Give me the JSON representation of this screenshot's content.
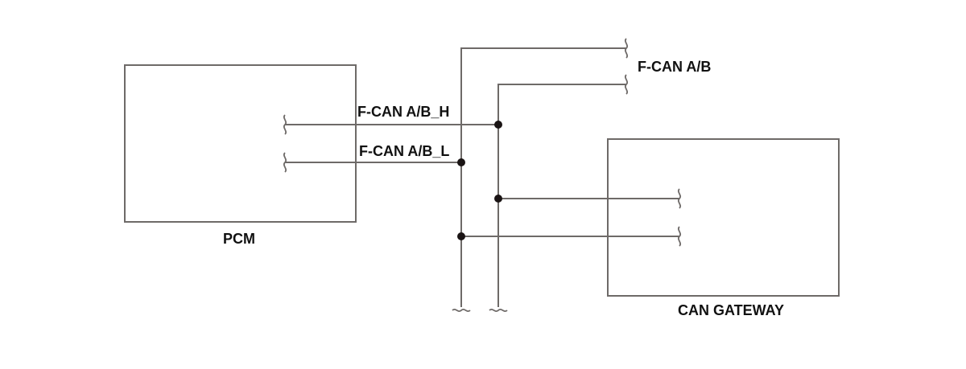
{
  "components": {
    "pcm": "PCM",
    "gateway": "CAN GATEWAY"
  },
  "signals": {
    "high": "F-CAN A/B_H",
    "low": "F-CAN A/B_L",
    "bus": "F-CAN A/B"
  },
  "colors": {
    "wire": "#6e6a68",
    "node": "#1a1414",
    "text": "#111111"
  }
}
